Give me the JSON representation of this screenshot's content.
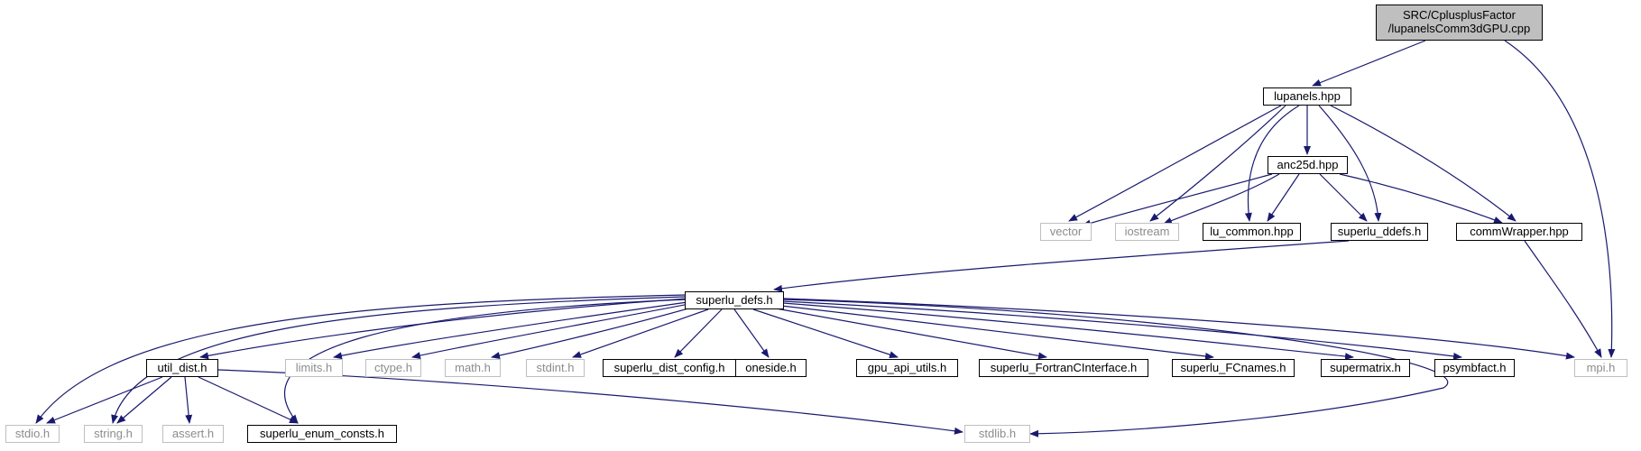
{
  "colors": {
    "edge": "#191970",
    "root_fill": "#bfbfbf",
    "ext_border": "#bfbfbf",
    "ext_text": "#8c8c8c"
  },
  "nodes": {
    "root": {
      "line1": "SRC/CplusplusFactor",
      "line2": "/lupanelsComm3dGPU.cpp"
    },
    "lupanels": "lupanels.hpp",
    "anc25d": "anc25d.hpp",
    "vector": "vector",
    "iostream": "iostream",
    "lu_common": "lu_common.hpp",
    "superlu_ddefs": "superlu_ddefs.h",
    "commWrapper": "commWrapper.hpp",
    "superlu_defs": "superlu_defs.h",
    "util_dist": "util_dist.h",
    "limits": "limits.h",
    "ctype": "ctype.h",
    "math": "math.h",
    "stdint": "stdint.h",
    "superlu_dist_config": "superlu_dist_config.h",
    "oneside": "oneside.h",
    "gpu_api_utils": "gpu_api_utils.h",
    "fortran_iface": "superlu_FortranCInterface.h",
    "fcnames": "superlu_FCnames.h",
    "supermatrix": "supermatrix.h",
    "psymbfact": "psymbfact.h",
    "mpi": "mpi.h",
    "stdio": "stdio.h",
    "string": "string.h",
    "assert": "assert.h",
    "enum_consts": "superlu_enum_consts.h",
    "stdlib": "stdlib.h"
  }
}
